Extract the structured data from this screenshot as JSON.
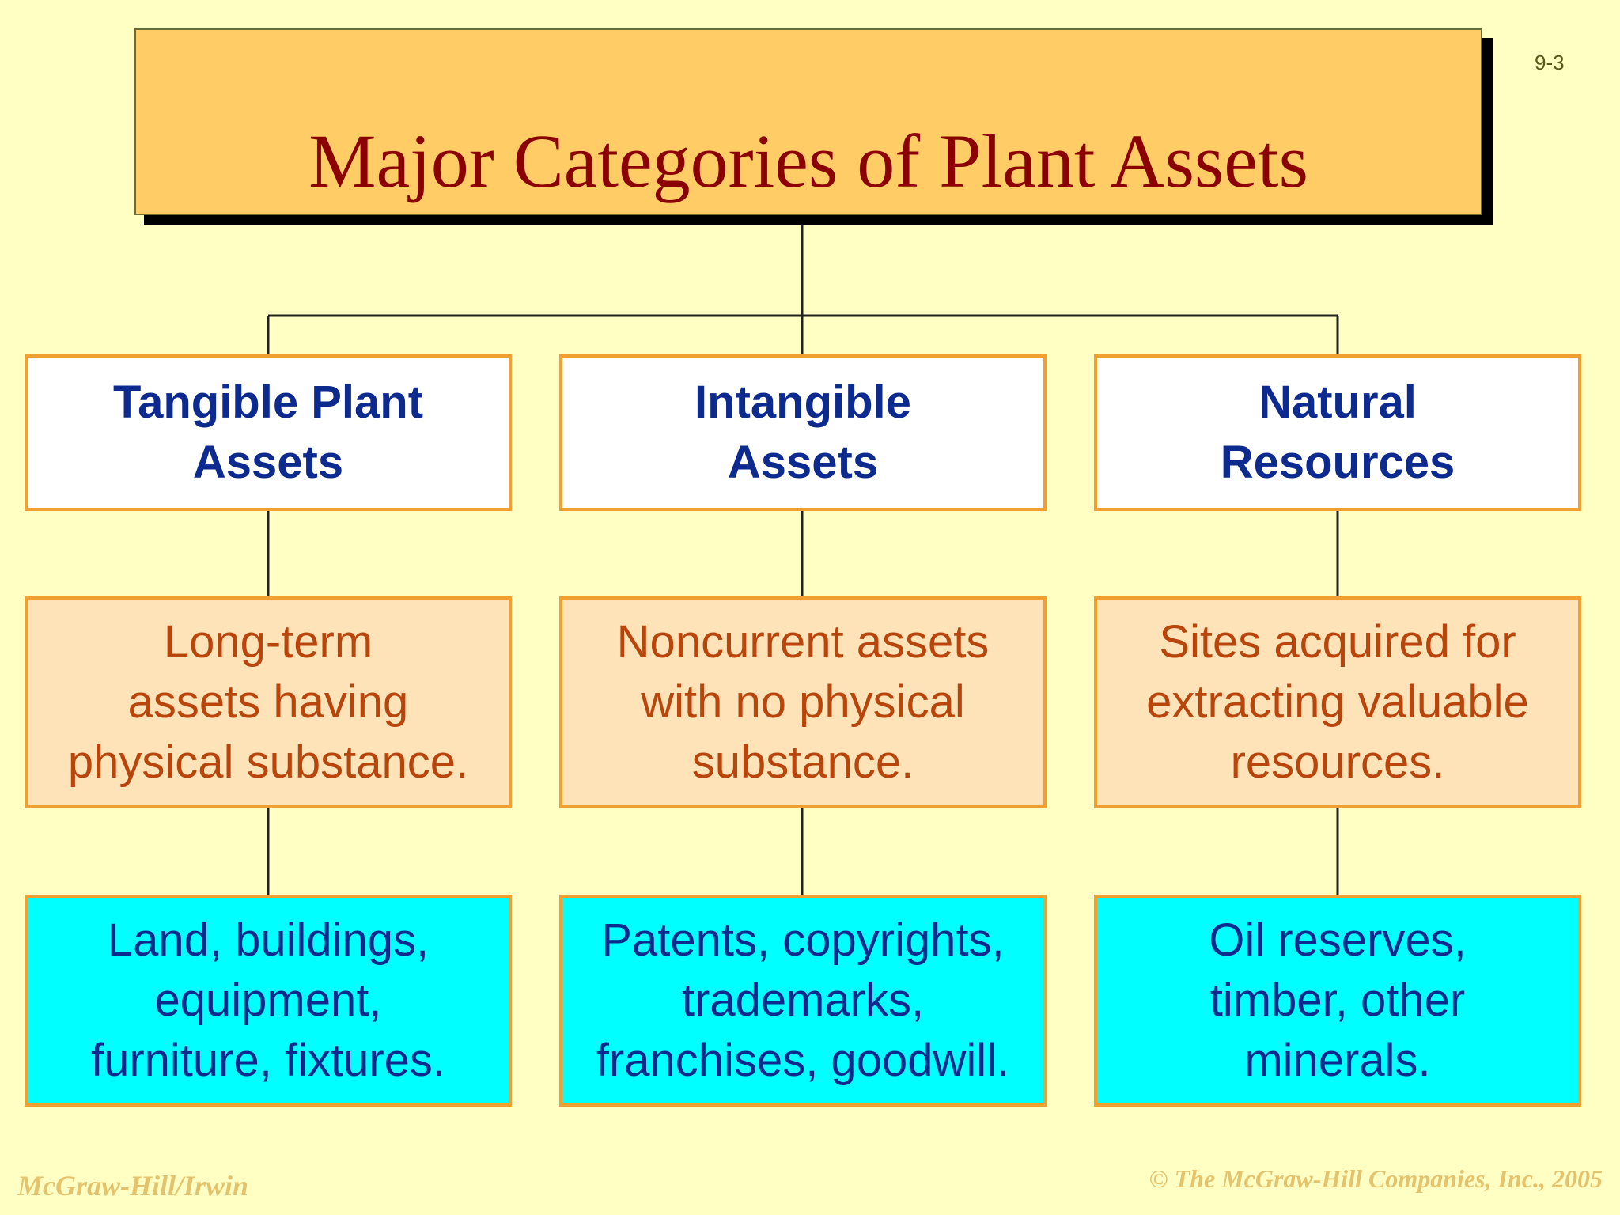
{
  "slide_number": "9-3",
  "title": "Major Categories of Plant Assets",
  "columns": [
    {
      "category_lines": [
        "Tangible Plant",
        "Assets"
      ],
      "description_lines": [
        "Long-term",
        "assets having",
        "physical substance."
      ],
      "example_lines": [
        "Land, buildings,",
        "equipment,",
        "furniture, fixtures."
      ]
    },
    {
      "category_lines": [
        "Intangible",
        "Assets"
      ],
      "description_lines": [
        "Noncurrent assets",
        "with no physical",
        "substance."
      ],
      "example_lines": [
        "Patents, copyrights,",
        "trademarks,",
        "franchises, goodwill."
      ]
    },
    {
      "category_lines": [
        "Natural",
        "Resources"
      ],
      "description_lines": [
        "Sites acquired for",
        "extracting valuable",
        "resources."
      ],
      "example_lines": [
        "Oil reserves,",
        "timber, other",
        "minerals."
      ]
    }
  ],
  "footer": {
    "publisher": "McGraw-Hill/Irwin",
    "copyright": "© The McGraw-Hill Companies, Inc., 2005"
  },
  "colors": {
    "background": "#ffffc4",
    "title_fill": "#ffcc66",
    "title_text": "#8b0000",
    "box_border": "#f0a030",
    "category_text": "#0d2a8f",
    "description_fill": "#ffe3b8",
    "description_text": "#b8460c",
    "example_fill": "#00ffff"
  }
}
